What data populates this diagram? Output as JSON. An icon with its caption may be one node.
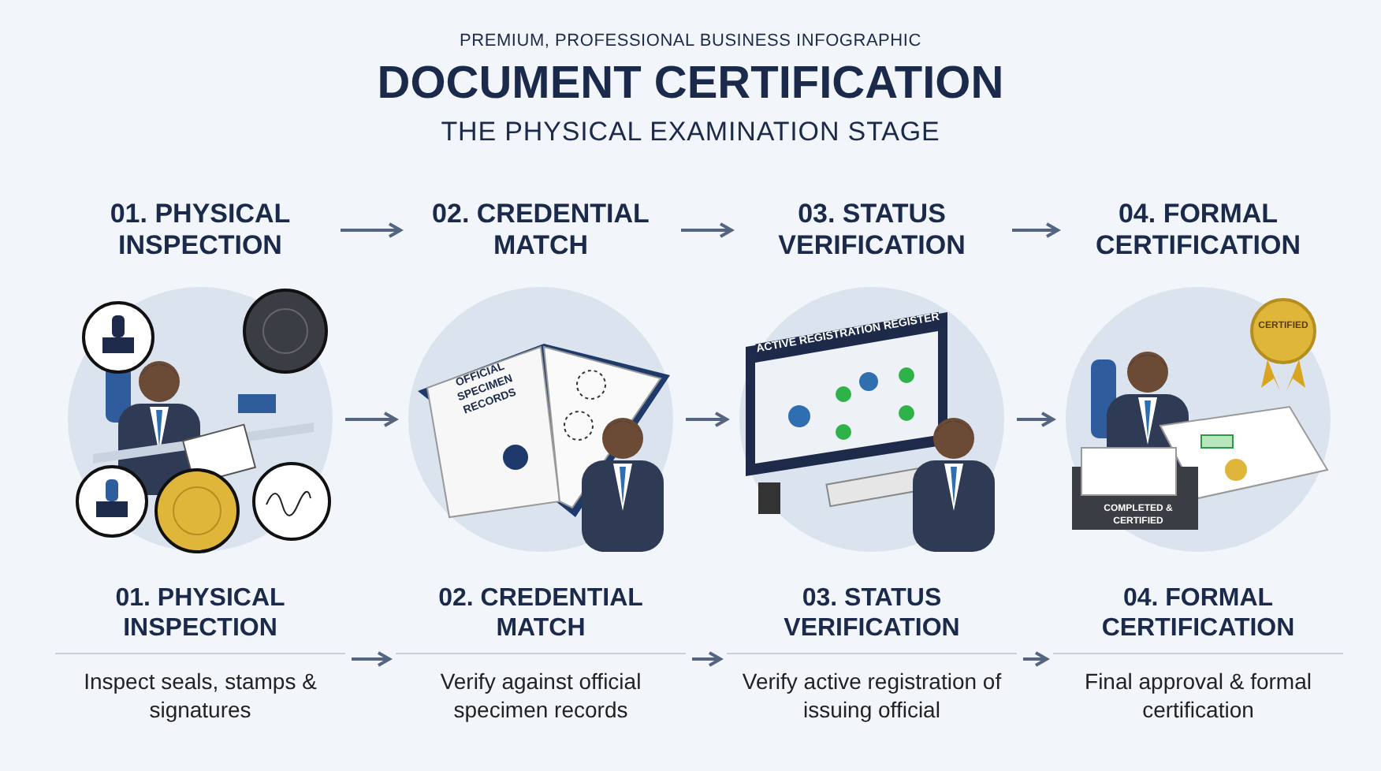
{
  "diagram": {
    "title": "DOCUMENT CERTIFICATION",
    "nodes": [
      {
        "text": [
          "01. PHYSICAL INSPECTION"
        ]
      },
      {
        "text": [
          "02. CREDENTIAL MATCH"
        ]
      },
      {
        "text": [
          "03. STATUS VERIFICATION"
        ]
      },
      {
        "text": [
          "04. FORMAL CERTIFICATION"
        ]
      },
      {
        "text": [],
        "shape": "picture"
      },
      {
        "text": [
          "OFFICIAL SPECIMEN RECORDS"
        ]
      },
      {
        "text": [
          "ACTIVE REGISTRATION REGISTER"
        ]
      },
      {
        "text": [
          "CERTIFIED",
          "COMPLETED & CERTIFIED"
        ]
      },
      {
        "text": [
          "01. PHYSICAL INSPECTION",
          "Inspect seals, stamps & signatures"
        ]
      },
      {
        "text": [
          "02. CREDENTIAL MATCH",
          "Verify against official specimen records"
        ]
      },
      {
        "text": [
          "03. STATUS VERIFICATION",
          "Verify active registration of issuing official"
        ]
      },
      {
        "text": [
          "04. FORMAL CERTIFICATION",
          "Final approval & formal certification"
        ]
      }
    ],
    "edges": [
      {
        "from": 0,
        "to": 1,
        "arrow": "to"
      },
      {
        "from": 1,
        "to": 2,
        "arrow": "to"
      },
      {
        "from": 2,
        "to": 3,
        "arrow": "to"
      },
      {
        "from": 4,
        "to": 5,
        "arrow": "to"
      },
      {
        "from": 5,
        "to": 6,
        "arrow": "to"
      },
      {
        "from": 6,
        "to": 7,
        "arrow": "to"
      },
      {
        "from": 8,
        "to": 9,
        "arrow": "to"
      },
      {
        "from": 9,
        "to": 10,
        "arrow": "to"
      },
      {
        "from": 10,
        "to": 11,
        "arrow": "to"
      }
    ],
    "labels": [
      "PREMIUM, PROFESSIONAL BUSINESS INFOGRAPHIC",
      "THE PHYSICAL EXAMINATION STAGE"
    ]
  }
}
